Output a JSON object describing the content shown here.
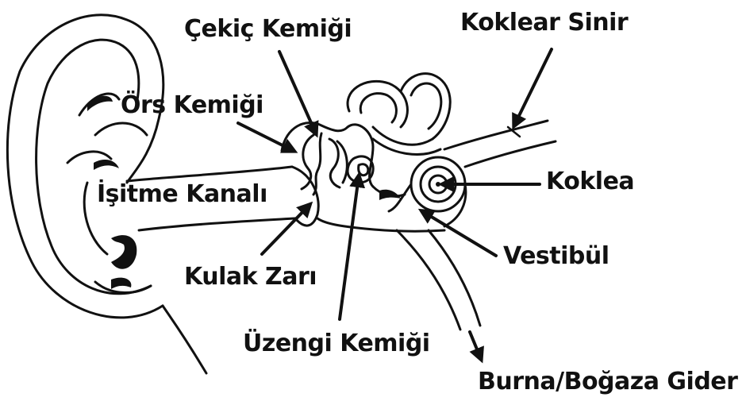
{
  "labels": {
    "cekic": "Çekiç Kemiği",
    "koklear_sinir": "Koklear Sinir",
    "ors": "Örs Kemiği",
    "isitme_kanali": "İşitme Kanalı",
    "koklea": "Koklea",
    "kulak_zari": "Kulak Zarı",
    "vestibul": "Vestibül",
    "uzengi": "Üzengi Kemiği",
    "burna_bogaza": "Burna/Boğaza Gider"
  },
  "colors": {
    "ink": "#111111",
    "background": "#ffffff"
  }
}
